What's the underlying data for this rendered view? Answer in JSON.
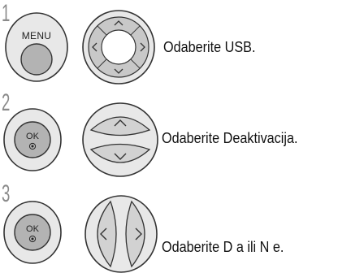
{
  "steps": [
    {
      "number": "1",
      "key_label": "MENU",
      "nav": "four-way-arrows",
      "instruction": "Odaberite USB."
    },
    {
      "number": "2",
      "key_label": "OK",
      "nav": "up-down-arrows",
      "instruction": "Odaberite Deaktivacija."
    },
    {
      "number": "3",
      "key_label": "OK",
      "nav": "left-right-arrows",
      "instruction": "Odaberite D a ili N e."
    }
  ],
  "colors": {
    "key_fill": "#b3b3b3",
    "key_ring": "#e8e8e8",
    "outline": "#333333",
    "number": "#8a8a8a"
  }
}
